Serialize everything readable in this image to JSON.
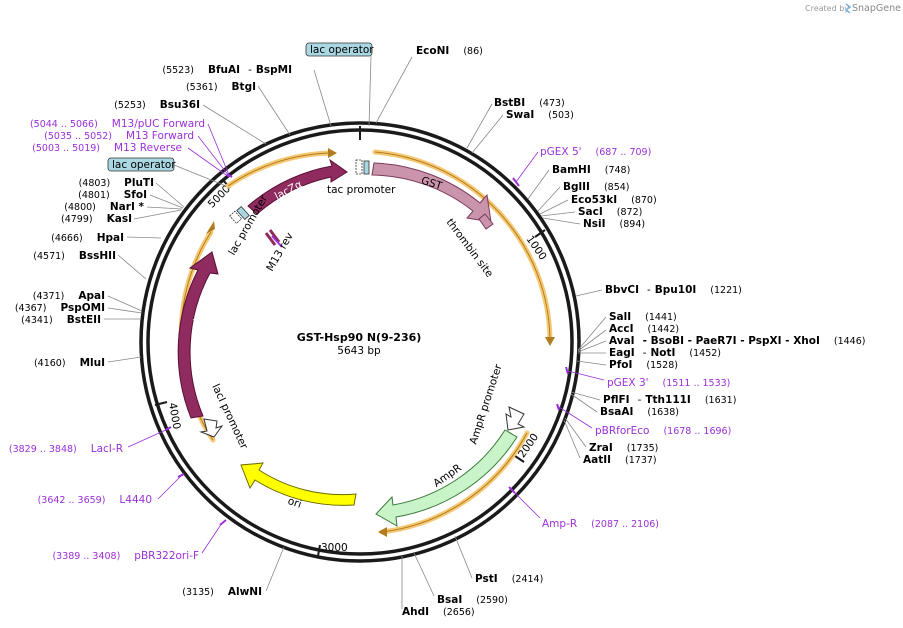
{
  "credit": {
    "prefix": "Created by",
    "brand": "SnapGene"
  },
  "plasmid": {
    "name": "GST-Hsp90 N(9-236)",
    "size": "5643 bp"
  },
  "colors": {
    "backbone": "#1a1a1a",
    "orf_highlight": "#f7c873",
    "lacZ": "#8f2b5f",
    "lacI": "#8f2b5f",
    "GST": "#c994ac",
    "AmpR": "#c9f4c9",
    "ori": "#ffff00",
    "primer": "#9b30d9",
    "operator_fill": "#a9d8e2"
  },
  "ticks": [
    "1000",
    "2000",
    "3000",
    "4000",
    "5000"
  ],
  "features": {
    "lacZa": "lacZα",
    "lacI": "lacI",
    "GST": "GST",
    "AmpR": "AmpR",
    "ori": "ori",
    "tac_promoter": "tac promoter",
    "lac_promoter": "lac promoter",
    "M13_rev": "M13 rev",
    "thrombin_site": "thrombin site",
    "AmpR_promoter": "AmpR promoter",
    "lacI_promoter": "lacI promoter",
    "lac_operator_top": "lac operator",
    "lac_operator_left": "lac operator"
  },
  "sites": {
    "EcoNI": {
      "name": "EcoNI",
      "pos": "(86)"
    },
    "BstBI": {
      "name": "BstBI",
      "pos": "(473)"
    },
    "SwaI": {
      "name": "SwaI",
      "pos": "(503)"
    },
    "BamHI": {
      "name": "BamHI",
      "pos": "(748)"
    },
    "BglII": {
      "name": "BglII",
      "pos": "(854)"
    },
    "Eco53kI": {
      "name": "Eco53kI",
      "pos": "(870)"
    },
    "SacI": {
      "name": "SacI",
      "pos": "(872)"
    },
    "NsiI": {
      "name": "NsiI",
      "pos": "(894)"
    },
    "BbvCI": {
      "name": "BbvCI",
      "sep": "-",
      "name2": "Bpu10I",
      "pos": "(1221)"
    },
    "SalI": {
      "name": "SalI",
      "pos": "(1441)"
    },
    "AccI": {
      "name": "AccI",
      "pos": "(1442)"
    },
    "AvaI": {
      "name": "AvaI",
      "rest": "- BsoBI   - PaeR7I   - PspXI   - XhoI",
      "pos": "(1446)"
    },
    "EagI": {
      "name": "EagI",
      "sep": "-",
      "name2": "NotI",
      "pos": "(1452)"
    },
    "PfoI": {
      "name": "PfoI",
      "pos": "(1528)"
    },
    "PflFI": {
      "name": "PflFI",
      "sep": "-",
      "name2": "Tth111I",
      "pos": "(1631)"
    },
    "BsaAI": {
      "name": "BsaAI",
      "pos": "(1638)"
    },
    "ZraI": {
      "name": "ZraI",
      "pos": "(1735)"
    },
    "AatII": {
      "name": "AatII",
      "pos": "(1737)"
    },
    "PstI": {
      "name": "PstI",
      "pos": "(2414)"
    },
    "BsaI": {
      "name": "BsaI",
      "pos": "(2590)"
    },
    "AhdI": {
      "name": "AhdI",
      "pos": "(2656)"
    },
    "AlwNI": {
      "name": "AlwNI",
      "pos": "(3135)"
    },
    "MluI": {
      "name": "MluI",
      "pos": "(4160)"
    },
    "BstEII": {
      "name": "BstEII",
      "pos": "(4341)"
    },
    "PspOMI": {
      "name": "PspOMI",
      "pos": "(4367)"
    },
    "ApaI": {
      "name": "ApaI",
      "pos": "(4371)"
    },
    "BssHII": {
      "name": "BssHII",
      "pos": "(4571)"
    },
    "HpaI": {
      "name": "HpaI",
      "pos": "(4666)"
    },
    "KasI": {
      "name": "KasI",
      "pos": "(4799)"
    },
    "NarI": {
      "name": "NarI *",
      "pos": "(4800)"
    },
    "SfoI": {
      "name": "SfoI",
      "pos": "(4801)"
    },
    "PluTI": {
      "name": "PluTI",
      "pos": "(4803)"
    },
    "Bsu36I": {
      "name": "Bsu36I",
      "pos": "(5253)"
    },
    "BtgI": {
      "name": "BtgI",
      "pos": "(5361)"
    },
    "BfuAI": {
      "name": "BfuAI",
      "sep": "-",
      "name2": "BspMI",
      "pos": "(5523)"
    }
  },
  "primers": {
    "pGEX5": {
      "name": "pGEX 5'",
      "range": "(687 .. 709)"
    },
    "pGEX3": {
      "name": "pGEX 3'",
      "range": "(1511 .. 1533)"
    },
    "pBRforEco": {
      "name": "pBRforEco",
      "range": "(1678 .. 1696)"
    },
    "AmpR": {
      "name": "Amp-R",
      "range": "(2087 .. 2106)"
    },
    "pBR322ori": {
      "name": "pBR322ori-F",
      "range": "(3389 .. 3408)"
    },
    "L4440": {
      "name": "L4440",
      "range": "(3642 .. 3659)"
    },
    "LacIR": {
      "name": "LacI-R",
      "range": "(3829 .. 3848)"
    },
    "M13rev": {
      "name": "M13 Reverse",
      "range": "(5003 .. 5019)"
    },
    "M13fwd": {
      "name": "M13 Forward",
      "range": "(5035 .. 5052)"
    },
    "M13pUC": {
      "name": "M13/pUC Forward",
      "range": "(5044 .. 5066)"
    }
  }
}
